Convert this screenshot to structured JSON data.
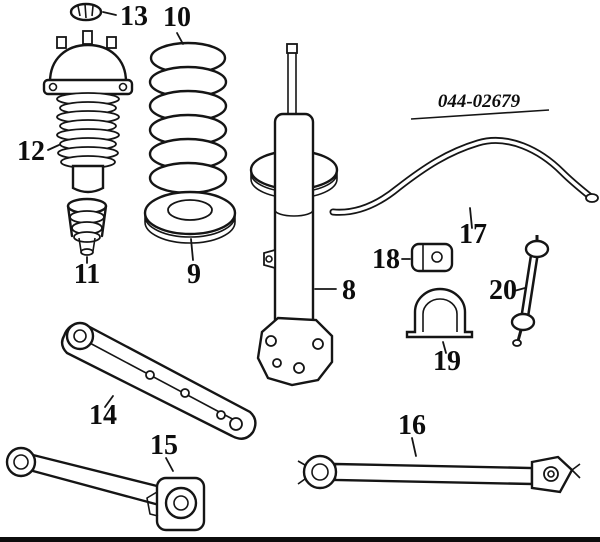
{
  "diagram": {
    "title": "rear-suspension-parts-diagram",
    "part_code": "044-02679",
    "colors": {
      "ink": "#151515",
      "background": "#ffffff"
    },
    "labels": {
      "n8": "8",
      "n9": "9",
      "n10": "10",
      "n11": "11",
      "n12": "12",
      "n13": "13",
      "n14": "14",
      "n15": "15",
      "n16": "16",
      "n17": "17",
      "n18": "18",
      "n19": "19",
      "n20": "20"
    }
  }
}
